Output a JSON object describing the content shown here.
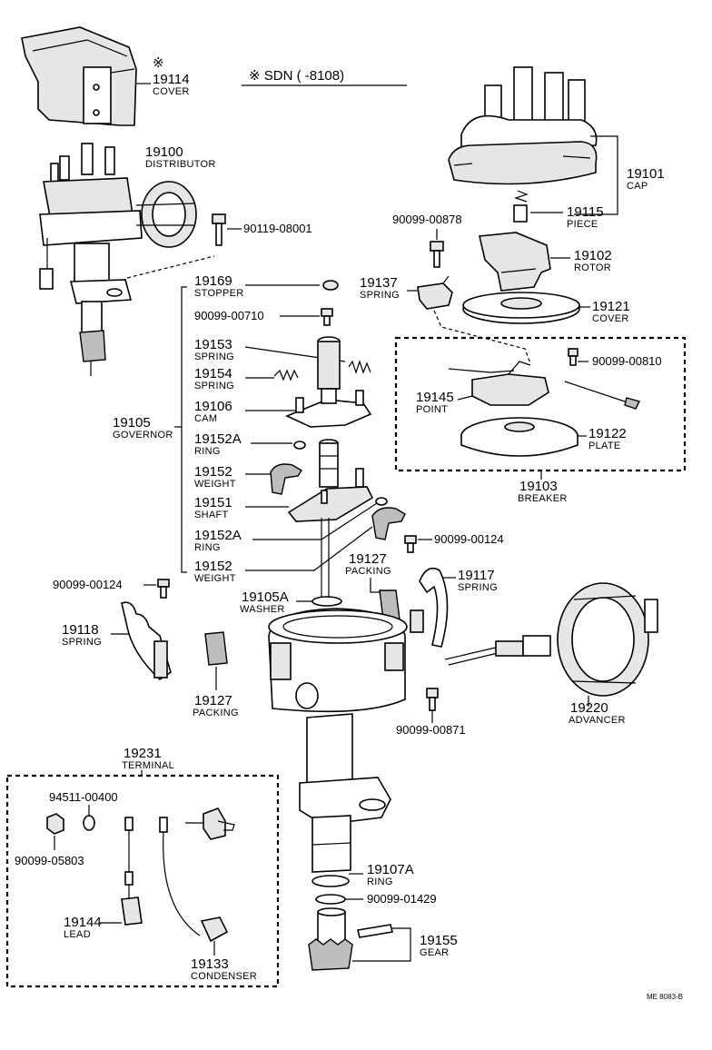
{
  "header": {
    "note": "※ SDN (        -8108)",
    "code": "ME 8083-B"
  },
  "labels": {
    "cover_19114": {
      "number": "19114",
      "name": "COVER",
      "mark": "※"
    },
    "dist_19100": {
      "number": "19100",
      "name": "DISTRIBUTOR"
    },
    "bolt_90119": {
      "part": "90119-08001"
    },
    "cap_19101": {
      "number": "19101",
      "name": "CAP"
    },
    "piece_19115": {
      "number": "19115",
      "name": "PIECE"
    },
    "bolt_90099_00878": {
      "part": "90099-00878"
    },
    "rotor_19102": {
      "number": "19102",
      "name": "ROTOR"
    },
    "spring_19137": {
      "number": "19137",
      "name": "SPRING"
    },
    "cover_19121": {
      "number": "19121",
      "name": "COVER"
    },
    "screw_90099_00810": {
      "part": "90099-00810"
    },
    "point_19145": {
      "number": "19145",
      "name": "POINT"
    },
    "plate_19122": {
      "number": "19122",
      "name": "PLATE"
    },
    "breaker_19103": {
      "number": "19103",
      "name": "BREAKER"
    },
    "stopper_19169": {
      "number": "19169",
      "name": "STOPPER"
    },
    "screw_90099_00710": {
      "part": "90099-00710"
    },
    "spring_19153": {
      "number": "19153",
      "name": "SPRING"
    },
    "spring_19154": {
      "number": "19154",
      "name": "SPRING"
    },
    "cam_19106": {
      "number": "19106",
      "name": "CAM"
    },
    "governor_19105": {
      "number": "19105",
      "name": "GOVERNOR"
    },
    "ring_19152a_1": {
      "number": "19152A",
      "name": "RING"
    },
    "weight_19152_1": {
      "number": "19152",
      "name": "WEIGHT"
    },
    "shaft_19151": {
      "number": "19151",
      "name": "SHAFT"
    },
    "ring_19152a_2": {
      "number": "19152A",
      "name": "RING"
    },
    "weight_19152_2": {
      "number": "19152",
      "name": "WEIGHT"
    },
    "screw_90099_00124_r": {
      "part": "90099-00124"
    },
    "packing_19127_r": {
      "number": "19127",
      "name": "PACKING"
    },
    "spring_19117": {
      "number": "19117",
      "name": "SPRING"
    },
    "screw_90099_00124_l": {
      "part": "90099-00124"
    },
    "washer_19105a": {
      "number": "19105A",
      "name": "WASHER"
    },
    "spring_19118": {
      "number": "19118",
      "name": "SPRING"
    },
    "packing_19127_l": {
      "number": "19127",
      "name": "PACKING"
    },
    "advancer_19220": {
      "number": "19220",
      "name": "ADVANCER"
    },
    "screw_90099_00871": {
      "part": "90099-00871"
    },
    "terminal_19231": {
      "number": "19231",
      "name": "TERMINAL"
    },
    "washer_94511": {
      "part": "94511-00400"
    },
    "nut_90099_05803": {
      "part": "90099-05803"
    },
    "lead_19144": {
      "number": "19144",
      "name": "LEAD"
    },
    "condenser_19133": {
      "number": "19133",
      "name": "CONDENSER"
    },
    "ring_19107a": {
      "number": "19107A",
      "name": "RING"
    },
    "washer_90099_01429": {
      "part": "90099-01429"
    },
    "gear_19155": {
      "number": "19155",
      "name": "GEAR"
    }
  }
}
